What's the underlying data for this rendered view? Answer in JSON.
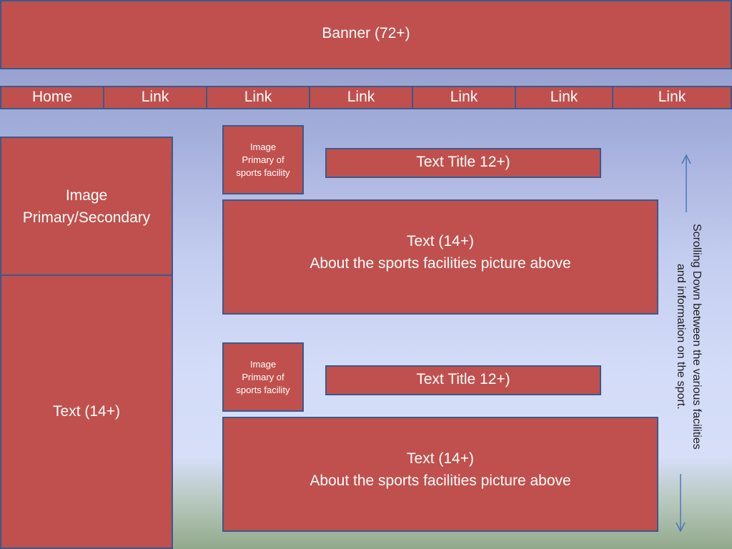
{
  "banner": {
    "label": "Banner (72+)"
  },
  "nav": {
    "items": [
      {
        "label": "Home"
      },
      {
        "label": "Link"
      },
      {
        "label": "Link"
      },
      {
        "label": "Link"
      },
      {
        "label": "Link"
      },
      {
        "label": "Link"
      },
      {
        "label": "Link"
      }
    ]
  },
  "left_column": {
    "image": {
      "line1": "Image",
      "line2": "Primary/Secondary"
    },
    "text": {
      "label": "Text (14+)"
    }
  },
  "facilities": [
    {
      "image": {
        "line1": "Image",
        "line2": "Primary of",
        "line3": "sports facility"
      },
      "title": "Text Title 12+)",
      "text": {
        "line1": "Text (14+)",
        "line2": "About the sports facilities picture above"
      }
    },
    {
      "image": {
        "line1": "Image",
        "line2": "Primary of",
        "line3": "sports facility"
      },
      "title": "Text Title 12+)",
      "text": {
        "line1": "Text (14+)",
        "line2": "About the sports facilities picture above"
      }
    }
  ],
  "scroll_annotation": {
    "line1": "Scrolling Down between the various facilities",
    "line2": "and information on the sport."
  },
  "colors": {
    "box_fill": "#c0504d",
    "box_border": "#3a5a8c",
    "arrow": "#4a78b5"
  }
}
